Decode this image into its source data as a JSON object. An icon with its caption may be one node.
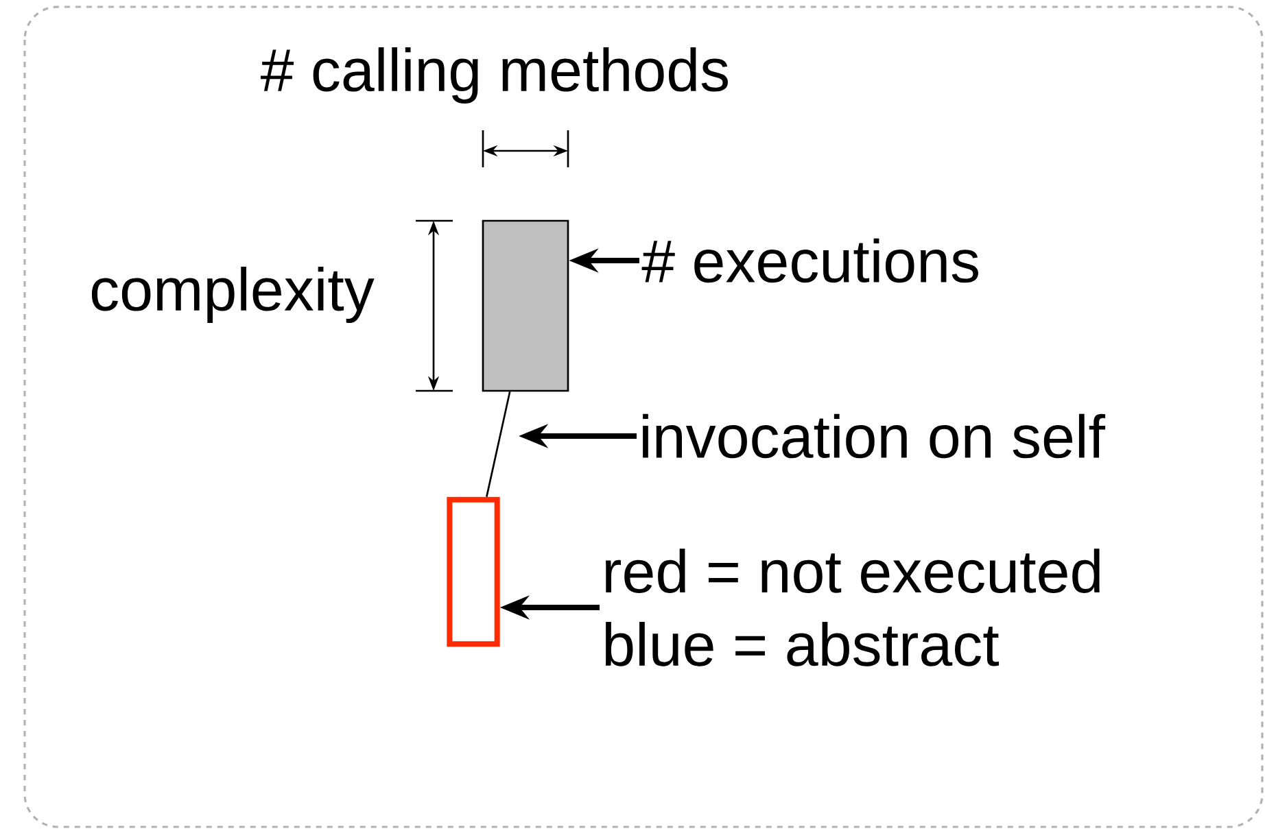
{
  "diagram": {
    "nodes": [
      {
        "text": [],
        "shape": "box"
      },
      {
        "text": [],
        "shape": "box"
      },
      {
        "text": [
          "# executions"
        ]
      },
      {
        "text": [
          "invocation on self"
        ]
      },
      {
        "text": [
          "red = not executed",
          "blue = abstract"
        ]
      }
    ],
    "edges": [
      {
        "from": 0,
        "to": 1,
        "arrow": "none"
      },
      {
        "from": 2,
        "to": 0,
        "arrow": "to"
      },
      {
        "from": 3,
        "to": null,
        "arrow": "to"
      },
      {
        "from": 4,
        "to": 1,
        "arrow": "to"
      }
    ],
    "labels": [
      "# calling methods",
      "complexity"
    ]
  }
}
